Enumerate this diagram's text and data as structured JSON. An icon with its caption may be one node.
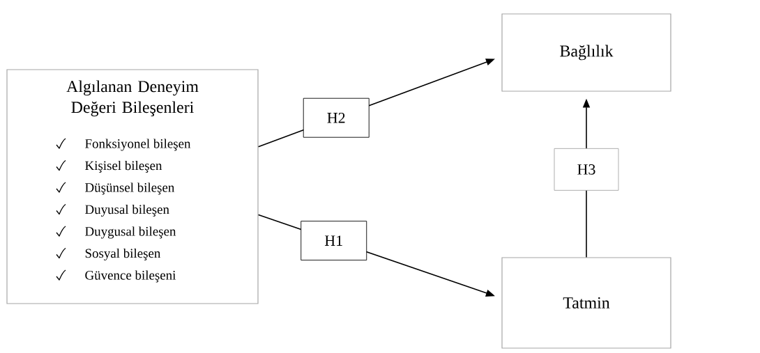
{
  "diagram": {
    "nodes": [
      {
        "text": [
          "Algılanan Deneyim Değeri Bileşenleri",
          "Fonksiyonel bileşen",
          "Kişisel bileşen",
          "Düşünsel bileşen",
          "Duyusal bileşen",
          "Duygusal bileşen",
          "Sosyal bileşen",
          "Güvence bileşeni"
        ]
      },
      {
        "text": [
          "Bağlılık"
        ]
      },
      {
        "text": [
          "Tatmin"
        ]
      }
    ],
    "edges": [
      {
        "from": 0,
        "to": 1,
        "arrow": "to",
        "label": "H2"
      },
      {
        "from": 0,
        "to": 2,
        "arrow": "to",
        "label": "H1"
      },
      {
        "from": 2,
        "to": 1,
        "arrow": "to",
        "label": "H3"
      }
    ]
  }
}
